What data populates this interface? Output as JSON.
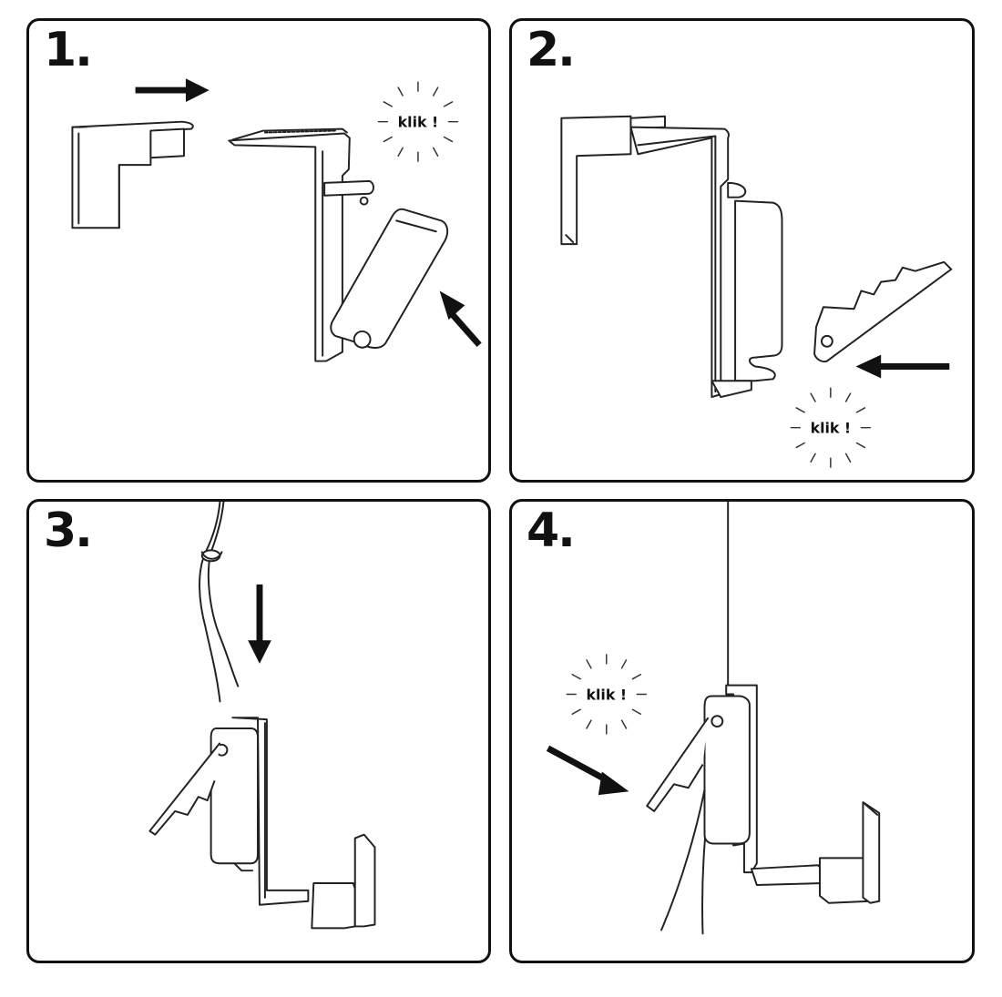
{
  "panels": [
    {
      "step": "1.",
      "sound": "klik !"
    },
    {
      "step": "2.",
      "sound": "klik !"
    },
    {
      "step": "3."
    },
    {
      "step": "4.",
      "sound": "klik !"
    }
  ],
  "colors": {
    "ink": "#111111",
    "background": "#ffffff"
  },
  "icons": [
    "arrow-right-icon",
    "arrow-up-left-icon",
    "arrow-left-icon",
    "arrow-down-icon",
    "arrow-down-right-icon",
    "click-burst-icon"
  ]
}
